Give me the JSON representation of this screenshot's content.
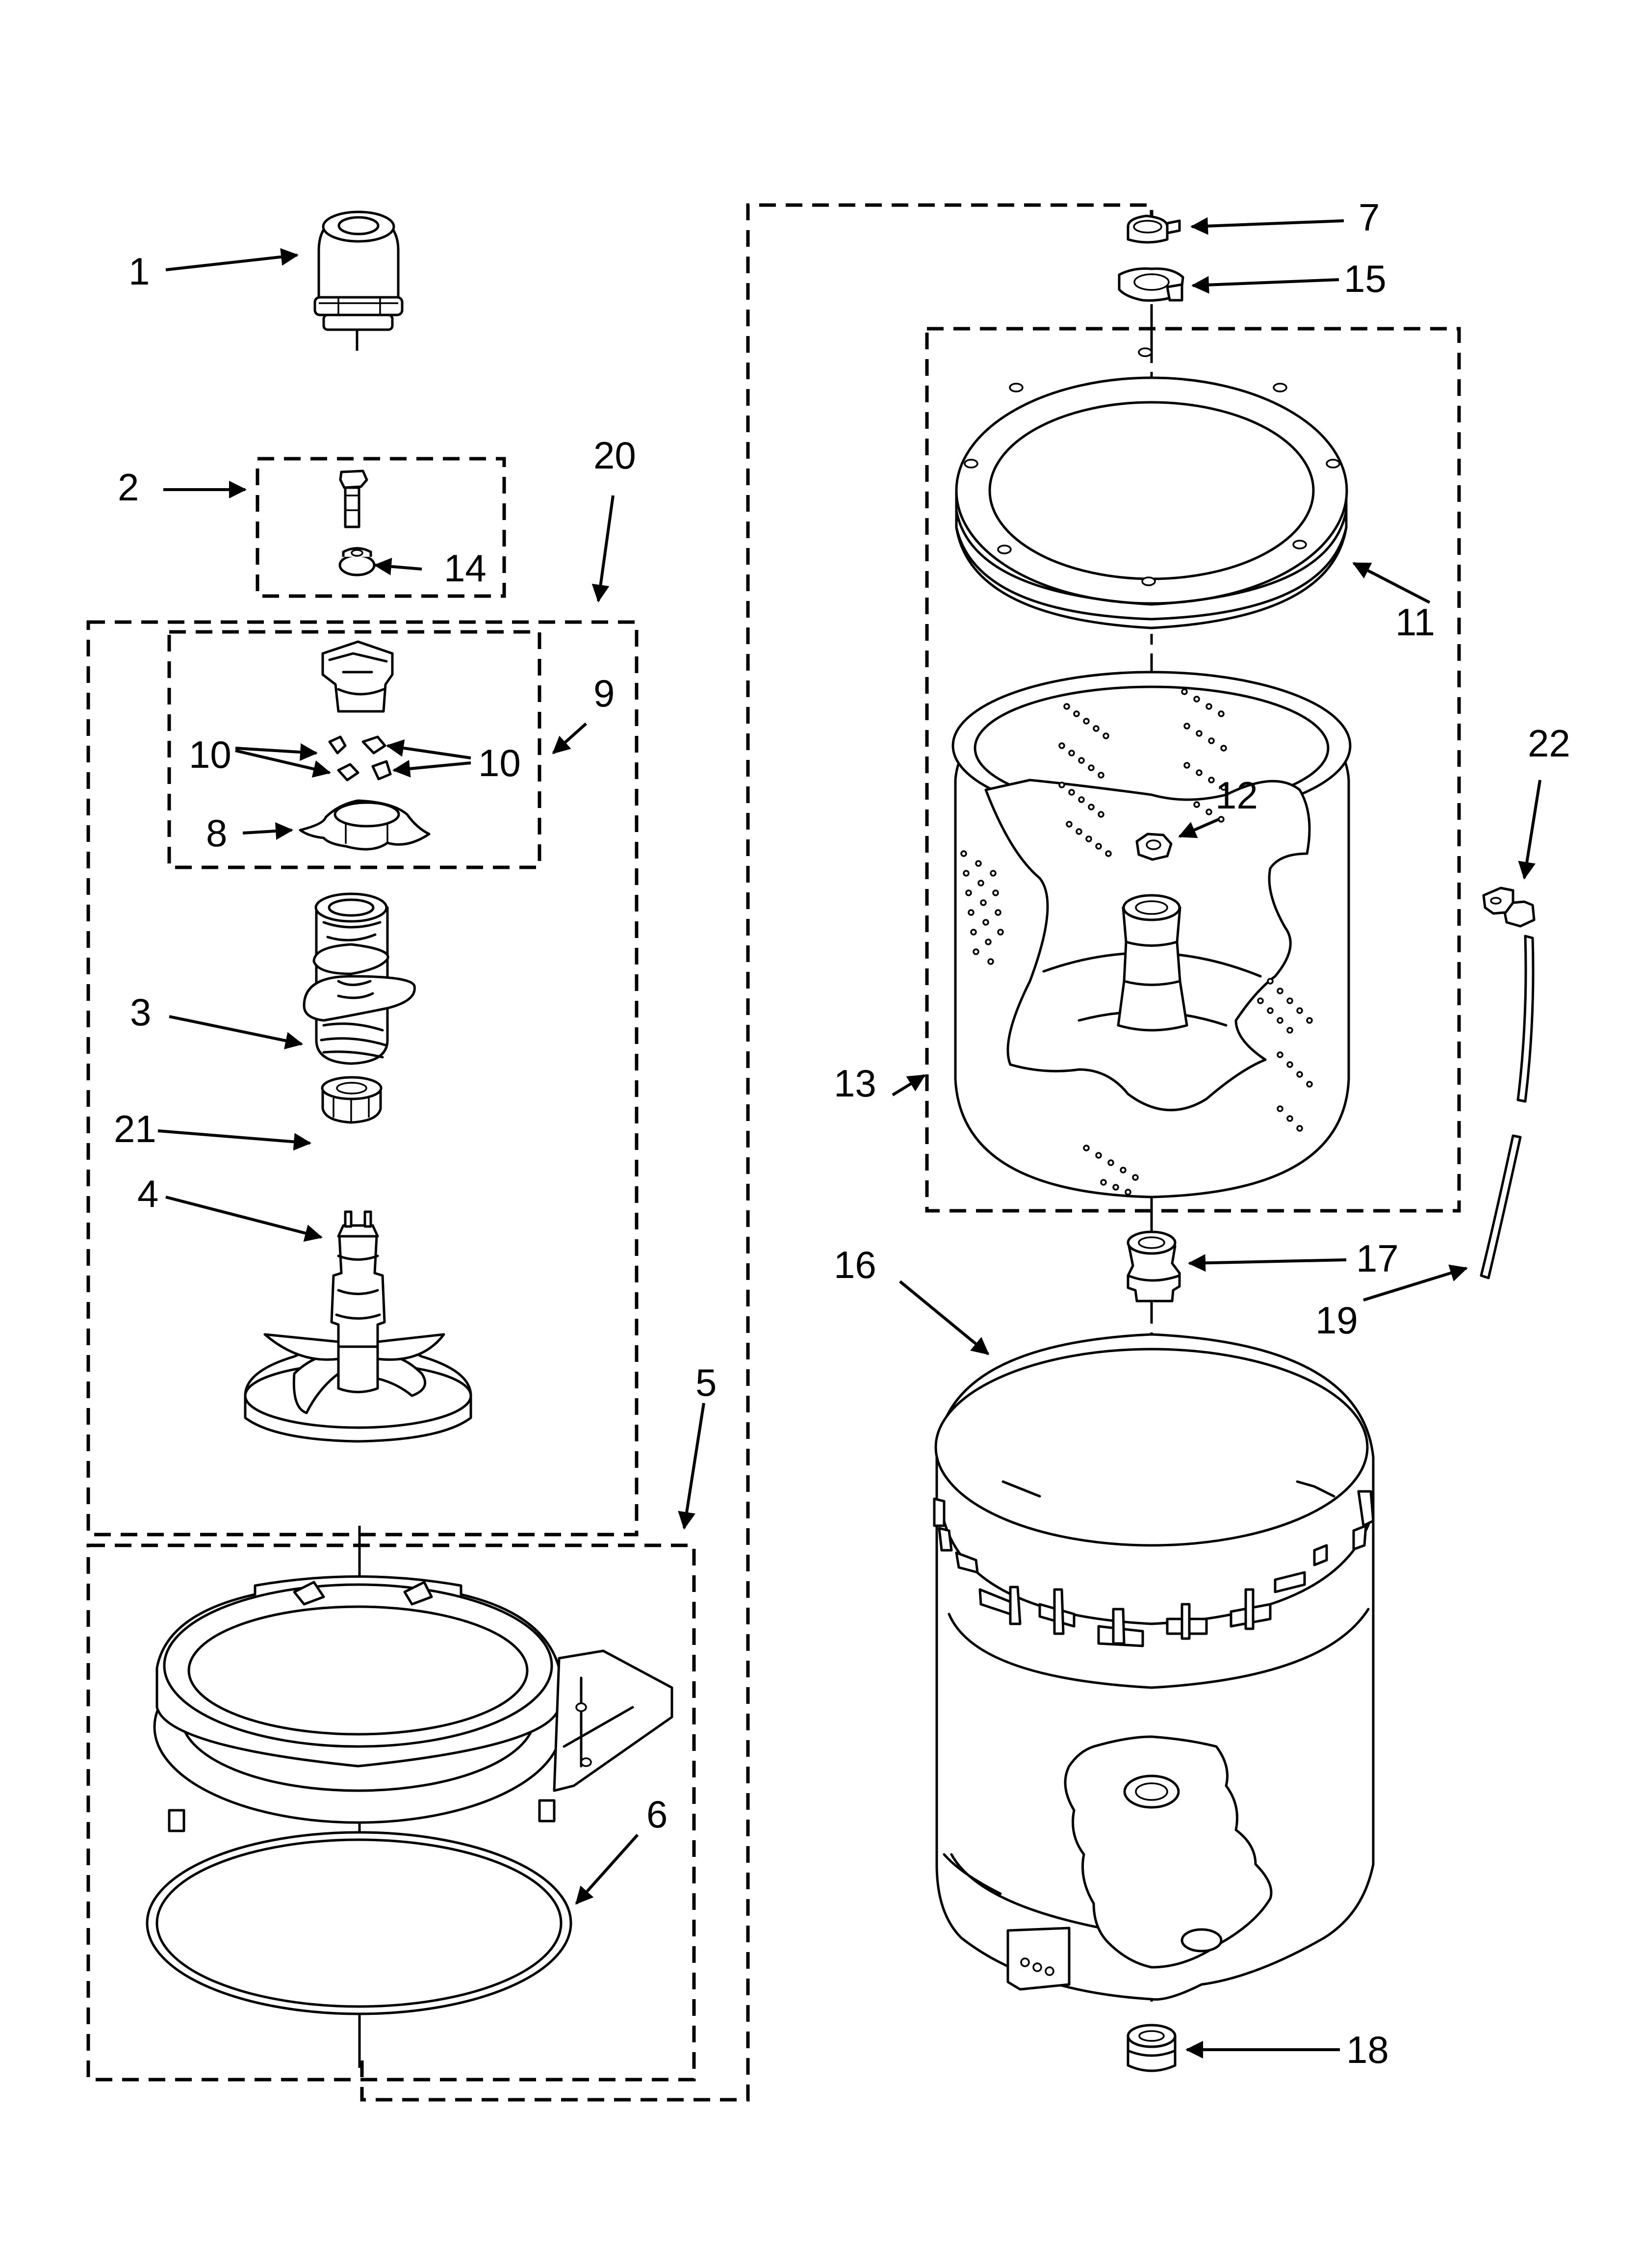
{
  "diagram": {
    "labels": {
      "p1": "1",
      "p2": "2",
      "p3": "3",
      "p4": "4",
      "p5": "5",
      "p6": "6",
      "p7": "7",
      "p8": "8",
      "p9": "9",
      "p10a": "10",
      "p10b": "10",
      "p11": "11",
      "p12": "12",
      "p13": "13",
      "p14": "14",
      "p15": "15",
      "p16": "16",
      "p17": "17",
      "p18": "18",
      "p19": "19",
      "p20": "20",
      "p21": "21",
      "p22": "22"
    }
  }
}
